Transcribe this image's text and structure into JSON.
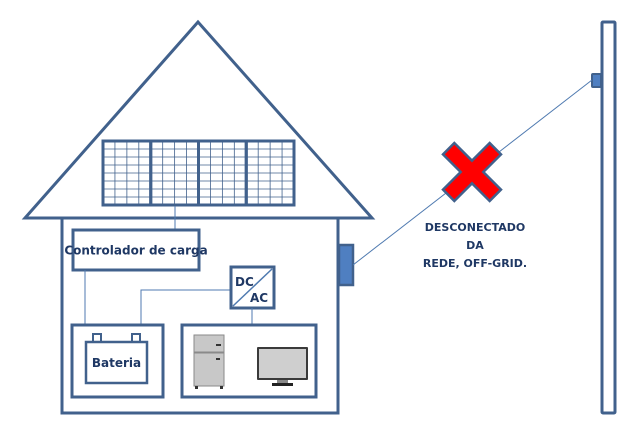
{
  "diagram": {
    "title": "Sistema fotovoltaico off-grid",
    "colors": {
      "outline": "#41618c",
      "wire": "#4f7ab0",
      "accent_fill": "#4f7fc1",
      "cross_fill": "#ff0000",
      "appliance_fill": "#c8c8c8",
      "text": "#1f3864"
    },
    "house": {
      "solar_panel": {
        "modules": 4,
        "label": "solar-panel-array"
      },
      "charge_controller": {
        "label": "Controlador de carga"
      },
      "inverter": {
        "top_label": "DC",
        "bottom_label": "AC"
      },
      "battery": {
        "label": "Bateria"
      },
      "loads": {
        "items": [
          "refrigerator",
          "television"
        ]
      }
    },
    "grid": {
      "status_lines": [
        "DESCONECTADO",
        "DA",
        "REDE, OFF-GRID."
      ],
      "connection_state": "disconnected"
    }
  }
}
